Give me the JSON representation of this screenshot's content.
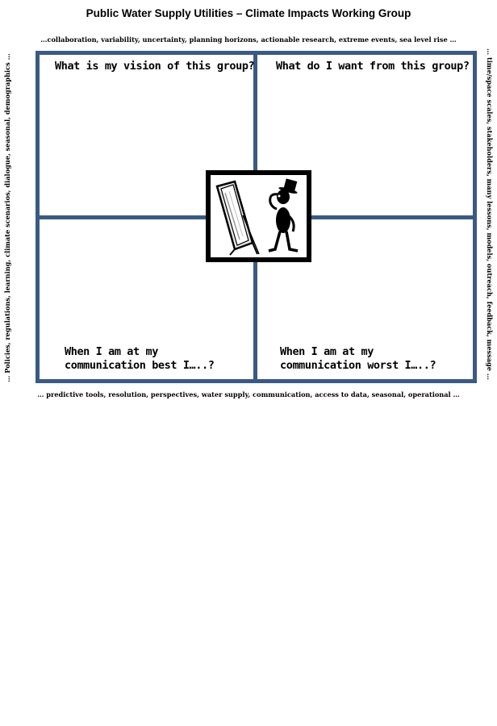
{
  "title": "Public Water Supply Utilities – Climate Impacts Working Group",
  "edges": {
    "top": "…collaboration, variability, uncertainty, planning horizons, actionable research, extreme events, sea level rise …",
    "bottom": "… predictive tools, resolution, perspectives, water supply, communication, access to data, seasonal, operational …",
    "left": "… Policies, regulations, learning, climate scenarios, dialogue, seasonal, demographics …",
    "right": "… time/space scales, stakeholders, many lessons, models, outreach, feedback, message …"
  },
  "quadrants": {
    "top_left": "What is my vision of this group?",
    "top_right": "What do I want from this group?",
    "bottom_left_line1": "When I am at my",
    "bottom_left_line2": "communication best I…..?",
    "bottom_right_line1": "When I am at my",
    "bottom_right_line2": "communication worst I…..?"
  },
  "center_image": "figure-looking-in-mirror-illustration",
  "colors": {
    "grid_lines": "#3a5a85",
    "frame": "#000000"
  }
}
